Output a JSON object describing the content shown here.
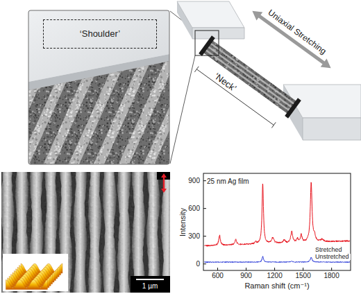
{
  "diagram": {
    "nodes": [
      {
        "text": [
          "‘Shoulder’"
        ]
      }
    ],
    "labels": [
      "Uniaxial Stretching",
      "‘Neck’",
      "1 µm",
      "25 nm Ag film",
      "Intensity",
      "Raman shift (cm⁻¹)",
      "900",
      "600",
      "300",
      "0",
      "600",
      "900",
      "1200",
      "1500",
      "1800",
      "Stretched",
      "Unstretched"
    ]
  }
}
